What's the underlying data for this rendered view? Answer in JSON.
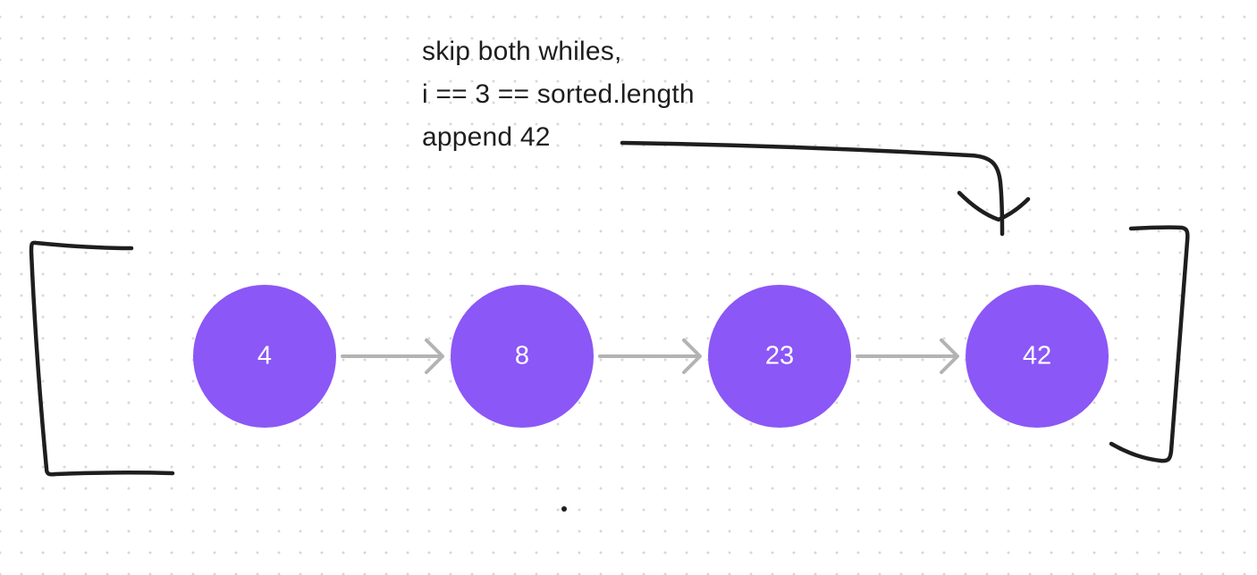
{
  "annotation": {
    "lines": [
      "skip both whiles,",
      "i == 3 == sorted.length",
      "append 42"
    ]
  },
  "list": {
    "nodes": [
      {
        "label": "4"
      },
      {
        "label": "8"
      },
      {
        "label": "23"
      },
      {
        "label": "42"
      }
    ]
  },
  "colors": {
    "node_fill": "#8b57f6",
    "node_text": "#ffffff",
    "connector": "#b3b3b3",
    "ink": "#1e1e1e",
    "dot_grid": "#d7d7d7"
  }
}
